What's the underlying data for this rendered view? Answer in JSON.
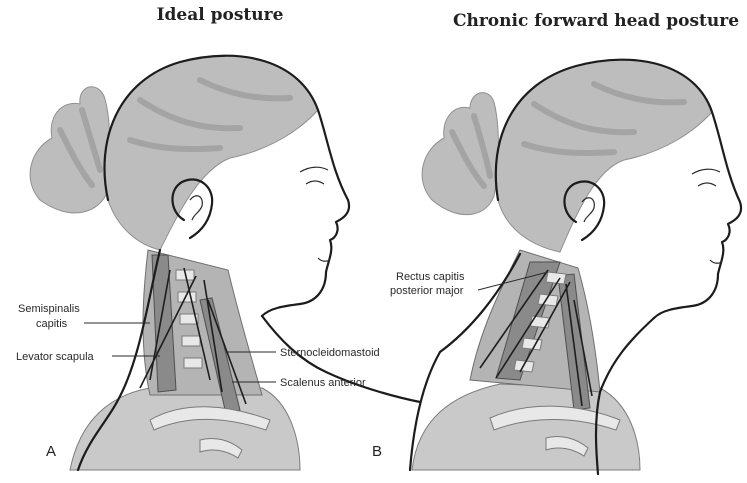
{
  "panels": {
    "a": {
      "title": "Ideal posture",
      "letter": "A",
      "labels": {
        "semispinalis_line1": "Semispinalis",
        "semispinalis_line2": "capitis",
        "levator": "Levator scapula",
        "sternocleidomastoid": "Sternocleidomastoid",
        "scalenus": "Scalenus anterior"
      }
    },
    "b": {
      "title": "Chronic forward head posture",
      "letter": "B",
      "labels": {
        "rectus_line1": "Rectus capitis",
        "rectus_line2": "posterior major"
      }
    }
  },
  "colors": {
    "hair": "#bdbdbd",
    "neck_muscle": "#b4b4b4",
    "outline": "#1c1c1c",
    "background": "#ffffff"
  }
}
